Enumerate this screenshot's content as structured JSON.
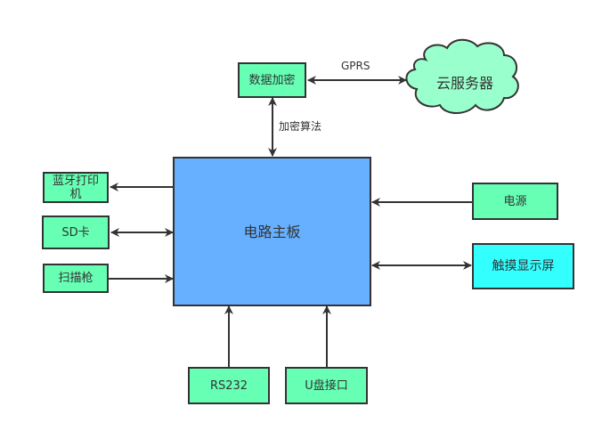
{
  "diagram": {
    "nodes": {
      "main_board": {
        "label": "电路主板",
        "color": "#66b0ff"
      },
      "data_encrypt": {
        "label": "数据加密",
        "color": "#66ffb3"
      },
      "cloud_server": {
        "label": "云服务器",
        "color": "#99ffcc",
        "shape": "cloud"
      },
      "bt_printer": {
        "label": "蓝牙打印机",
        "color": "#66ffb3"
      },
      "sd_card": {
        "label": "SD卡",
        "color": "#66ffb3"
      },
      "scanner": {
        "label": "扫描枪",
        "color": "#66ffb3"
      },
      "power": {
        "label": "电源",
        "color": "#66ffb3"
      },
      "touch_screen": {
        "label": "触摸显示屏",
        "color": "#33ffff"
      },
      "rs232": {
        "label": "RS232",
        "color": "#66ffb3"
      },
      "usb_port": {
        "label": "U盘接口",
        "color": "#66ffb3"
      }
    },
    "edges": [
      {
        "from": "data_encrypt",
        "to": "cloud_server",
        "label": "GPRS",
        "direction": "both"
      },
      {
        "from": "main_board",
        "to": "data_encrypt",
        "label": "加密算法",
        "direction": "both"
      },
      {
        "from": "main_board",
        "to": "bt_printer",
        "label": "",
        "direction": "forward"
      },
      {
        "from": "main_board",
        "to": "sd_card",
        "label": "",
        "direction": "both"
      },
      {
        "from": "scanner",
        "to": "main_board",
        "label": "",
        "direction": "forward"
      },
      {
        "from": "power",
        "to": "main_board",
        "label": "",
        "direction": "forward"
      },
      {
        "from": "main_board",
        "to": "touch_screen",
        "label": "",
        "direction": "both"
      },
      {
        "from": "rs232",
        "to": "main_board",
        "label": "",
        "direction": "forward"
      },
      {
        "from": "usb_port",
        "to": "main_board",
        "label": "",
        "direction": "forward"
      }
    ]
  }
}
